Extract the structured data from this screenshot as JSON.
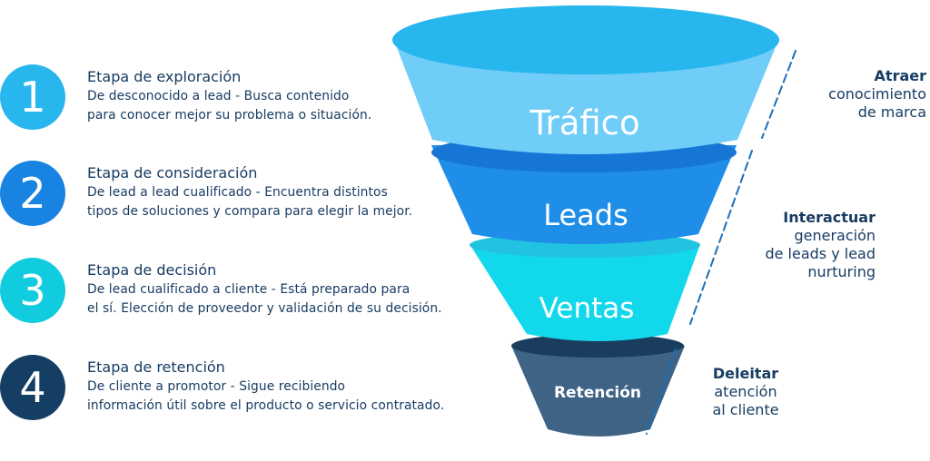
{
  "stages": [
    {
      "number": "1",
      "title": "Etapa de exploración",
      "desc_line1": "De desconocido a lead - Busca contenido",
      "desc_line2": "para conocer mejor su problema o situación."
    },
    {
      "number": "2",
      "title": "Etapa de consideración",
      "desc_line1": "De lead a lead cualificado - Encuentra distintos",
      "desc_line2": "tipos de soluciones y compara para elegir la mejor."
    },
    {
      "number": "3",
      "title": "Etapa de decisión",
      "desc_line1": "De lead cualificado a cliente - Está preparado para",
      "desc_line2": "el sí. Elección de proveedor y validación de su decisión."
    },
    {
      "number": "4",
      "title": "Etapa de retención",
      "desc_line1": "De cliente a promotor - Sigue recibiendo",
      "desc_line2": "información útil sobre el producto o servicio contratado."
    }
  ],
  "funnel": {
    "levels": [
      "Tráfico",
      "Leads",
      "Ventas",
      "Retención"
    ],
    "colors": {
      "trafico_rim": "#28b6ee",
      "trafico_body": "#6fcdf8",
      "leads_rim": "#1576d6",
      "leads_body": "#1f8ee8",
      "ventas_rim": "#22c3e0",
      "ventas_body": "#12d8ec",
      "retencion_rim": "#1a3d5f",
      "retencion_body": "#3f6385"
    }
  },
  "right": {
    "atraer": {
      "head": "Atraer",
      "line1": "conocimiento",
      "line2": "de marca"
    },
    "interactuar": {
      "head": "Interactuar",
      "line1": "generación",
      "line2": "de leads y lead",
      "line3": "nurturing"
    },
    "deleitar": {
      "head": "Deleitar",
      "line1": "atención",
      "line2": "al cliente"
    }
  },
  "colors": {
    "text_dark": "#173c63",
    "guide": "#1d6fb8"
  }
}
